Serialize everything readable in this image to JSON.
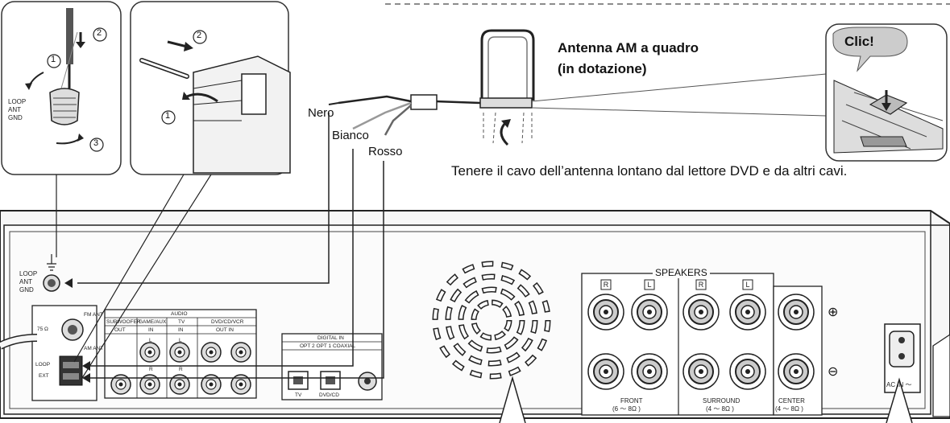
{
  "antenna": {
    "title_line1": "Antenna AM a quadro",
    "title_line2": "(in dotazione)",
    "note": "Tenere il cavo dell’antenna lontano dal lettore DVD e da altri cavi.",
    "click_label": "Clic!"
  },
  "wires": {
    "black": "Nero",
    "white": "Bianco",
    "red": "Rosso"
  },
  "steps": {
    "one": "1",
    "two": "2",
    "three": "3"
  },
  "terminal": {
    "loop": "LOOP",
    "ant": "ANT",
    "gnd": "GND"
  },
  "panel": {
    "fm_ant": "FM ANT",
    "ohm75": "75 Ω",
    "am_ant": "AM ANT",
    "loop_label": "LOOP",
    "ext_label": "EXT",
    "audio": "AUDIO",
    "subwoofer": "SUBWOOFER",
    "subwoofer_out": "OUT",
    "game_aux": "GAME/AUX",
    "tv": "TV",
    "in": "IN",
    "dvd_player": "DVD/CD/VCR",
    "out_in": "OUT IN",
    "digital_in": "DIGITAL IN",
    "optical": "OPT 2 OPT 1 COAXIAL",
    "tv_small": "TV",
    "dvd_small": "DVD/CD",
    "l": "L",
    "r": "R",
    "speakers": "SPEAKERS",
    "front": "FRONT",
    "front_ohm": "(6 ～ 8Ω )",
    "surround": "SURROUND",
    "surround_ohm": "(4 ～ 8Ω )",
    "center": "CENTER",
    "center_ohm": "(4 ～ 8Ω )",
    "plus": "⊕",
    "minus": "⊖",
    "ac_in": "AC IN ～"
  }
}
